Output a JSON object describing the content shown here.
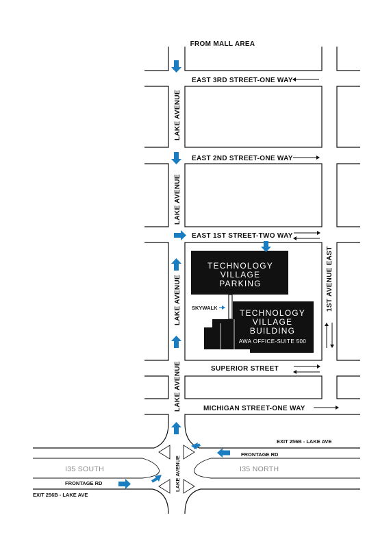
{
  "labels": {
    "from_mall": "FROM MALL AREA",
    "east_3rd": "EAST 3RD STREET-ONE WAY",
    "east_2nd": "EAST 2ND STREET-ONE WAY",
    "east_1st": "EAST 1ST STREET-TWO WAY",
    "superior": "SUPERIOR STREET",
    "michigan": "MICHIGAN STREET-ONE WAY",
    "lake_ave": "LAKE AVENUE",
    "first_ave_east": "1ST AVENUE EAST",
    "skywalk": "SKYWALK",
    "parking": [
      "TECHNOLOGY",
      "VILLAGE",
      "PARKING"
    ],
    "building": [
      "TECHNOLOGY",
      "VILLAGE",
      "BUILDING"
    ],
    "suite": "AWA OFFICE-SUITE 500",
    "exit_right": "EXIT 256B - LAKE AVE",
    "exit_left": "EXIT 256B - LAKE AVE",
    "frontage_right": "FRONTAGE RD",
    "frontage_left": "FRONTAGE RD",
    "i35_south": "I35 SOUTH",
    "i35_north": "I35 NORTH"
  },
  "colors": {
    "arrow_blue": "#1a7dc1",
    "building_black": "#111111",
    "highway_label_gray": "#8a8a8a"
  },
  "icons": [
    "arrow-down-icon",
    "arrow-up-icon",
    "arrow-right-icon",
    "arrow-left-icon",
    "arrow-diagonal-icon",
    "one-way-arrow-icon",
    "two-way-arrow-icon"
  ]
}
